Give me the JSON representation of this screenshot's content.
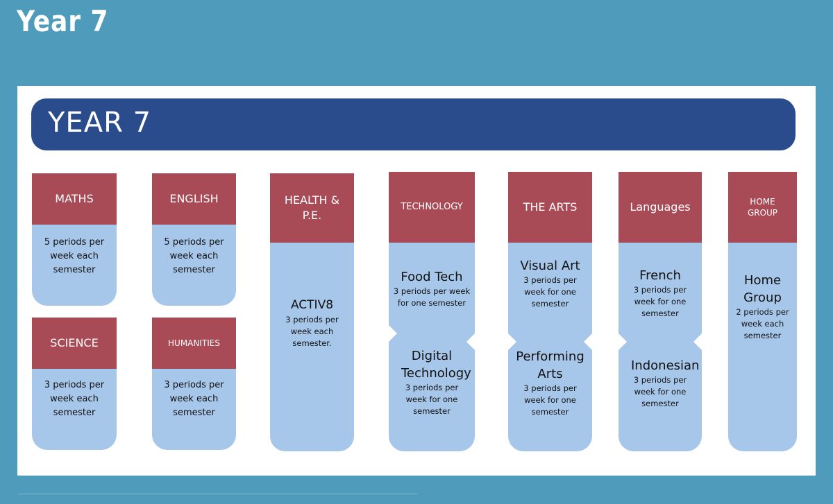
{
  "page": {
    "title": "Year 7"
  },
  "banner": {
    "title": "YEAR 7"
  },
  "cards": {
    "maths": {
      "heading": "MATHS",
      "detail": "5 periods per week each semester"
    },
    "english": {
      "heading": "ENGLISH",
      "detail": "5 periods per week each semester"
    },
    "science": {
      "heading": "SCIENCE",
      "detail": "3 periods per week each semester"
    },
    "humanities": {
      "heading": "HUMANITIES",
      "detail": "3 periods per week each semester"
    },
    "health_pe": {
      "heading": "HEALTH & P.E.",
      "subject": "ACTIV8",
      "detail": "3 periods per week each semester."
    },
    "technology": {
      "heading": "TECHNOLOGY",
      "items": [
        {
          "name": "Food Tech",
          "detail": "3 periods per week for one semester"
        },
        {
          "name": "Digital Technology",
          "detail": "3 periods per week for one semester"
        }
      ]
    },
    "the_arts": {
      "heading": "THE ARTS",
      "items": [
        {
          "name": "Visual Art",
          "detail": "3 periods per week for one semester"
        },
        {
          "name": "Performing Arts",
          "detail": "3 periods per week for one semester"
        }
      ]
    },
    "languages": {
      "heading": "Languages",
      "items": [
        {
          "name": "French",
          "detail": "3 periods per week for one semester"
        },
        {
          "name": "Indonesian",
          "detail": "3 periods per week for one semester"
        }
      ]
    },
    "home_group": {
      "heading": "HOME GROUP",
      "subject": "Home Group",
      "detail": "2 periods per week each semester"
    }
  },
  "colors": {
    "background": "#4f9bbb",
    "banner": "#2b4c8c",
    "card_header": "#a94b57",
    "card_body": "#a7c7ea"
  }
}
